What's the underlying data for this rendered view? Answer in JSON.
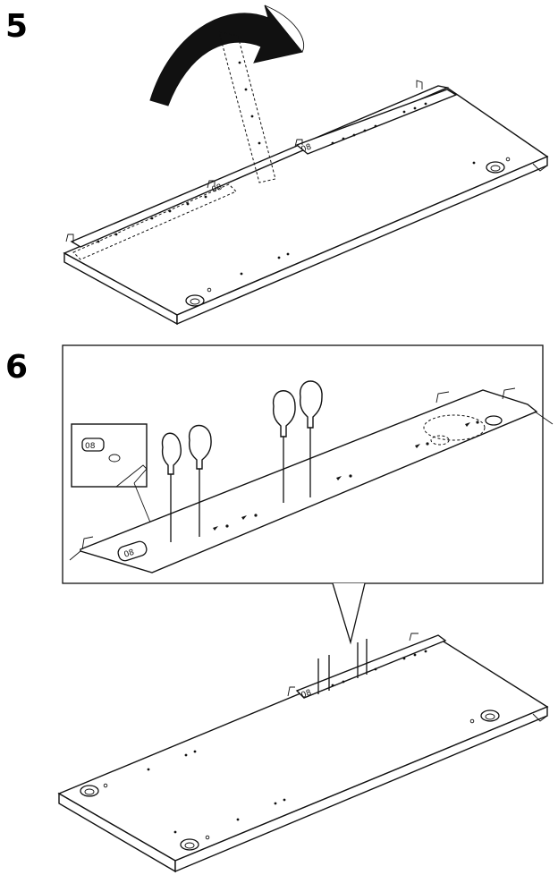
{
  "steps": [
    {
      "number": "5"
    },
    {
      "number": "6"
    }
  ],
  "part_mark": "08"
}
